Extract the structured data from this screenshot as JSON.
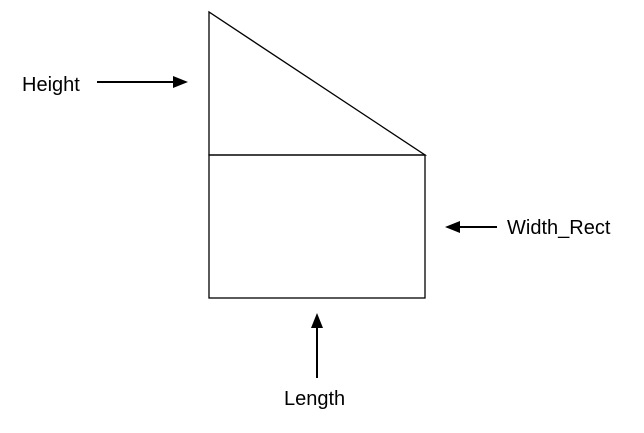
{
  "labels": {
    "height": "Height",
    "width_rect": "Width_Rect",
    "length": "Length"
  },
  "colors": {
    "stroke": "#000000",
    "background": "#ffffff"
  }
}
